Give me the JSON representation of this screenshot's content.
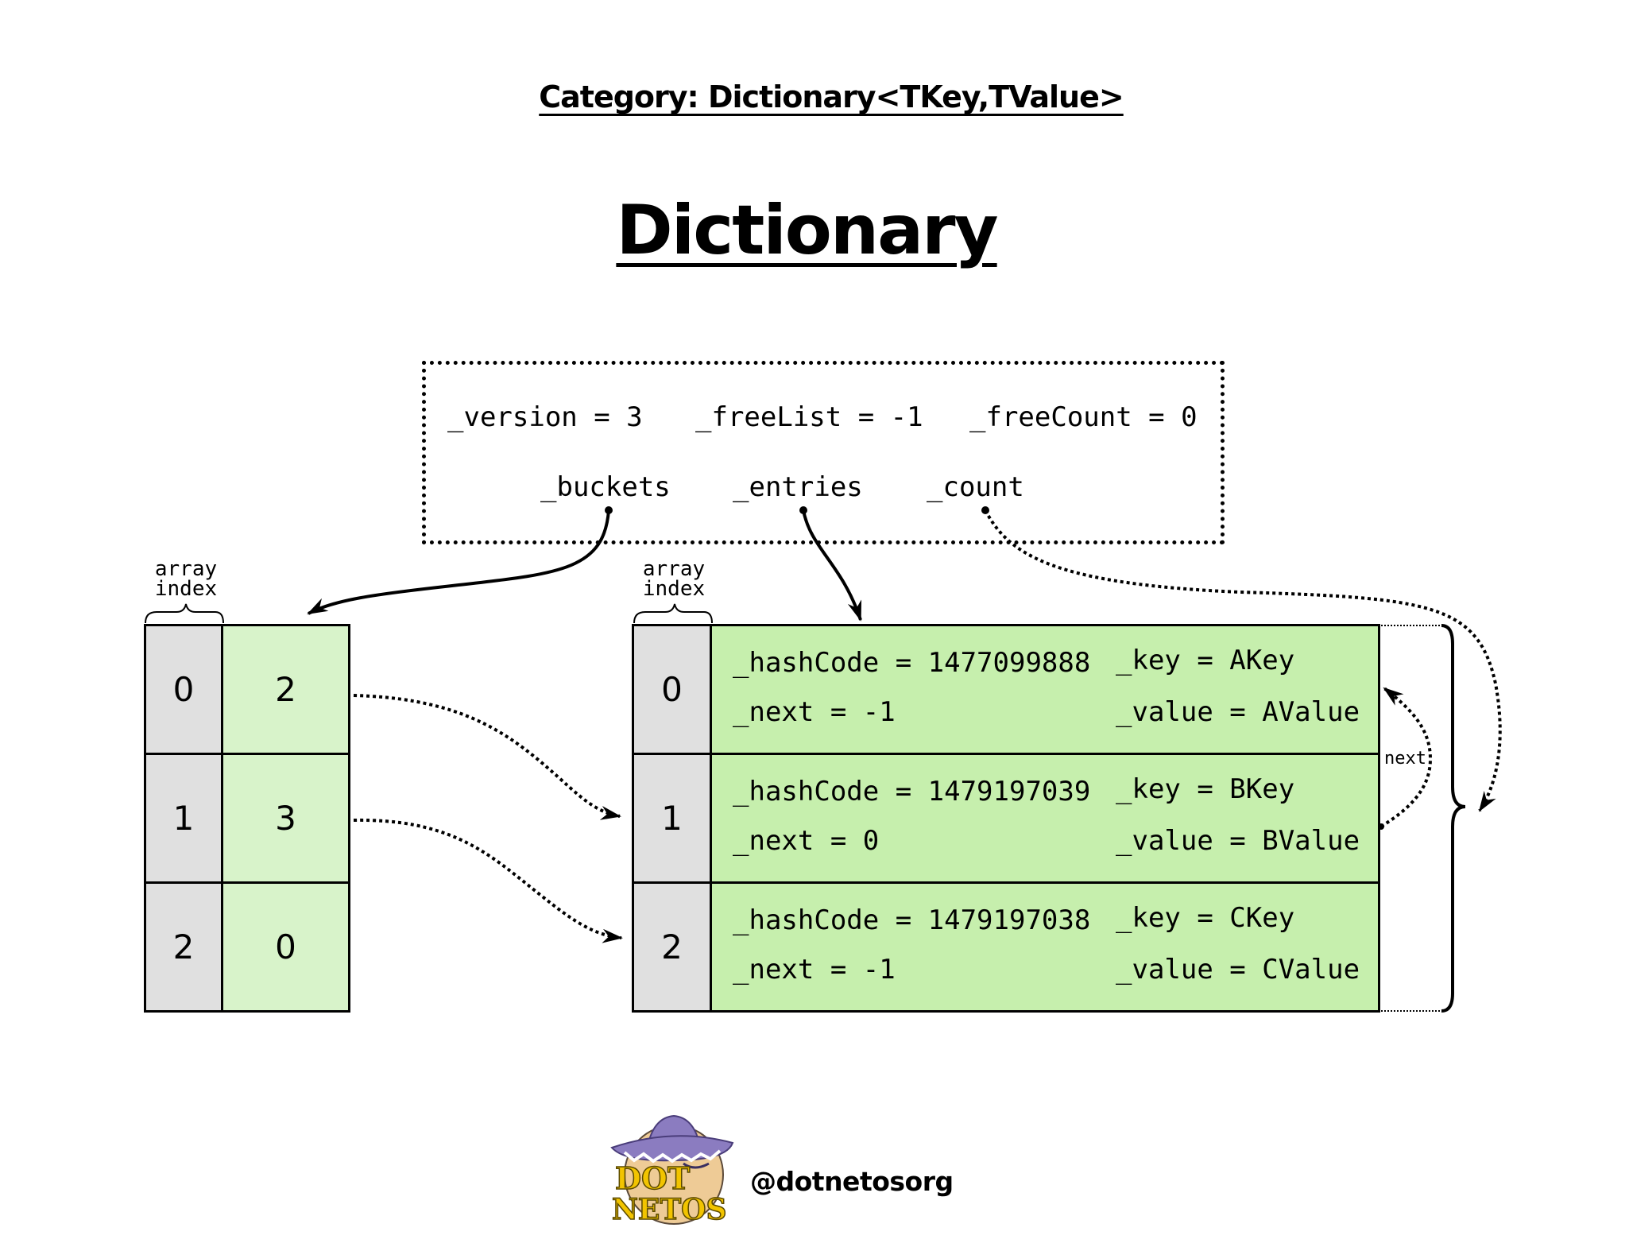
{
  "header": {
    "category": "Category: Dictionary<TKey,TValue>",
    "title": "Dictionary"
  },
  "fields": {
    "version": "_version = 3",
    "freeList": "_freeList = -1",
    "freeCount": "_freeCount = 0",
    "buckets": "_buckets",
    "entries": "_entries",
    "count": "_count"
  },
  "buckets_array": {
    "index_label": "array\nindex",
    "index_label_line1": "array",
    "index_label_line2": "index",
    "rows": [
      {
        "index": "0",
        "value": "2"
      },
      {
        "index": "1",
        "value": "3"
      },
      {
        "index": "2",
        "value": "0"
      }
    ]
  },
  "entries_array": {
    "index_label_line1": "array",
    "index_label_line2": "index",
    "rows": [
      {
        "index": "0",
        "hashCode": "_hashCode = 1477099888",
        "next": "_next = -1",
        "key": "_key = AKey",
        "value": "_value = AValue"
      },
      {
        "index": "1",
        "hashCode": "_hashCode = 1479197039",
        "next": "_next = 0",
        "key": "_key = BKey",
        "value": "_value = BValue"
      },
      {
        "index": "2",
        "hashCode": "_hashCode = 1479197038",
        "next": "_next = -1",
        "key": "_key = CKey",
        "value": "_value = CValue"
      }
    ],
    "next_label": "next"
  },
  "footer": {
    "logo_line1": "DOT",
    "logo_line2": "NETOS",
    "handle": "@dotnetosorg"
  },
  "colors": {
    "index_gray": "#e0e0e0",
    "bucket_green": "#d8f3ca",
    "entry_green": "#c6efad",
    "logo_purple": "#8b7cc0",
    "logo_yellow": "#f2c400",
    "logo_tan": "#eecb96"
  }
}
